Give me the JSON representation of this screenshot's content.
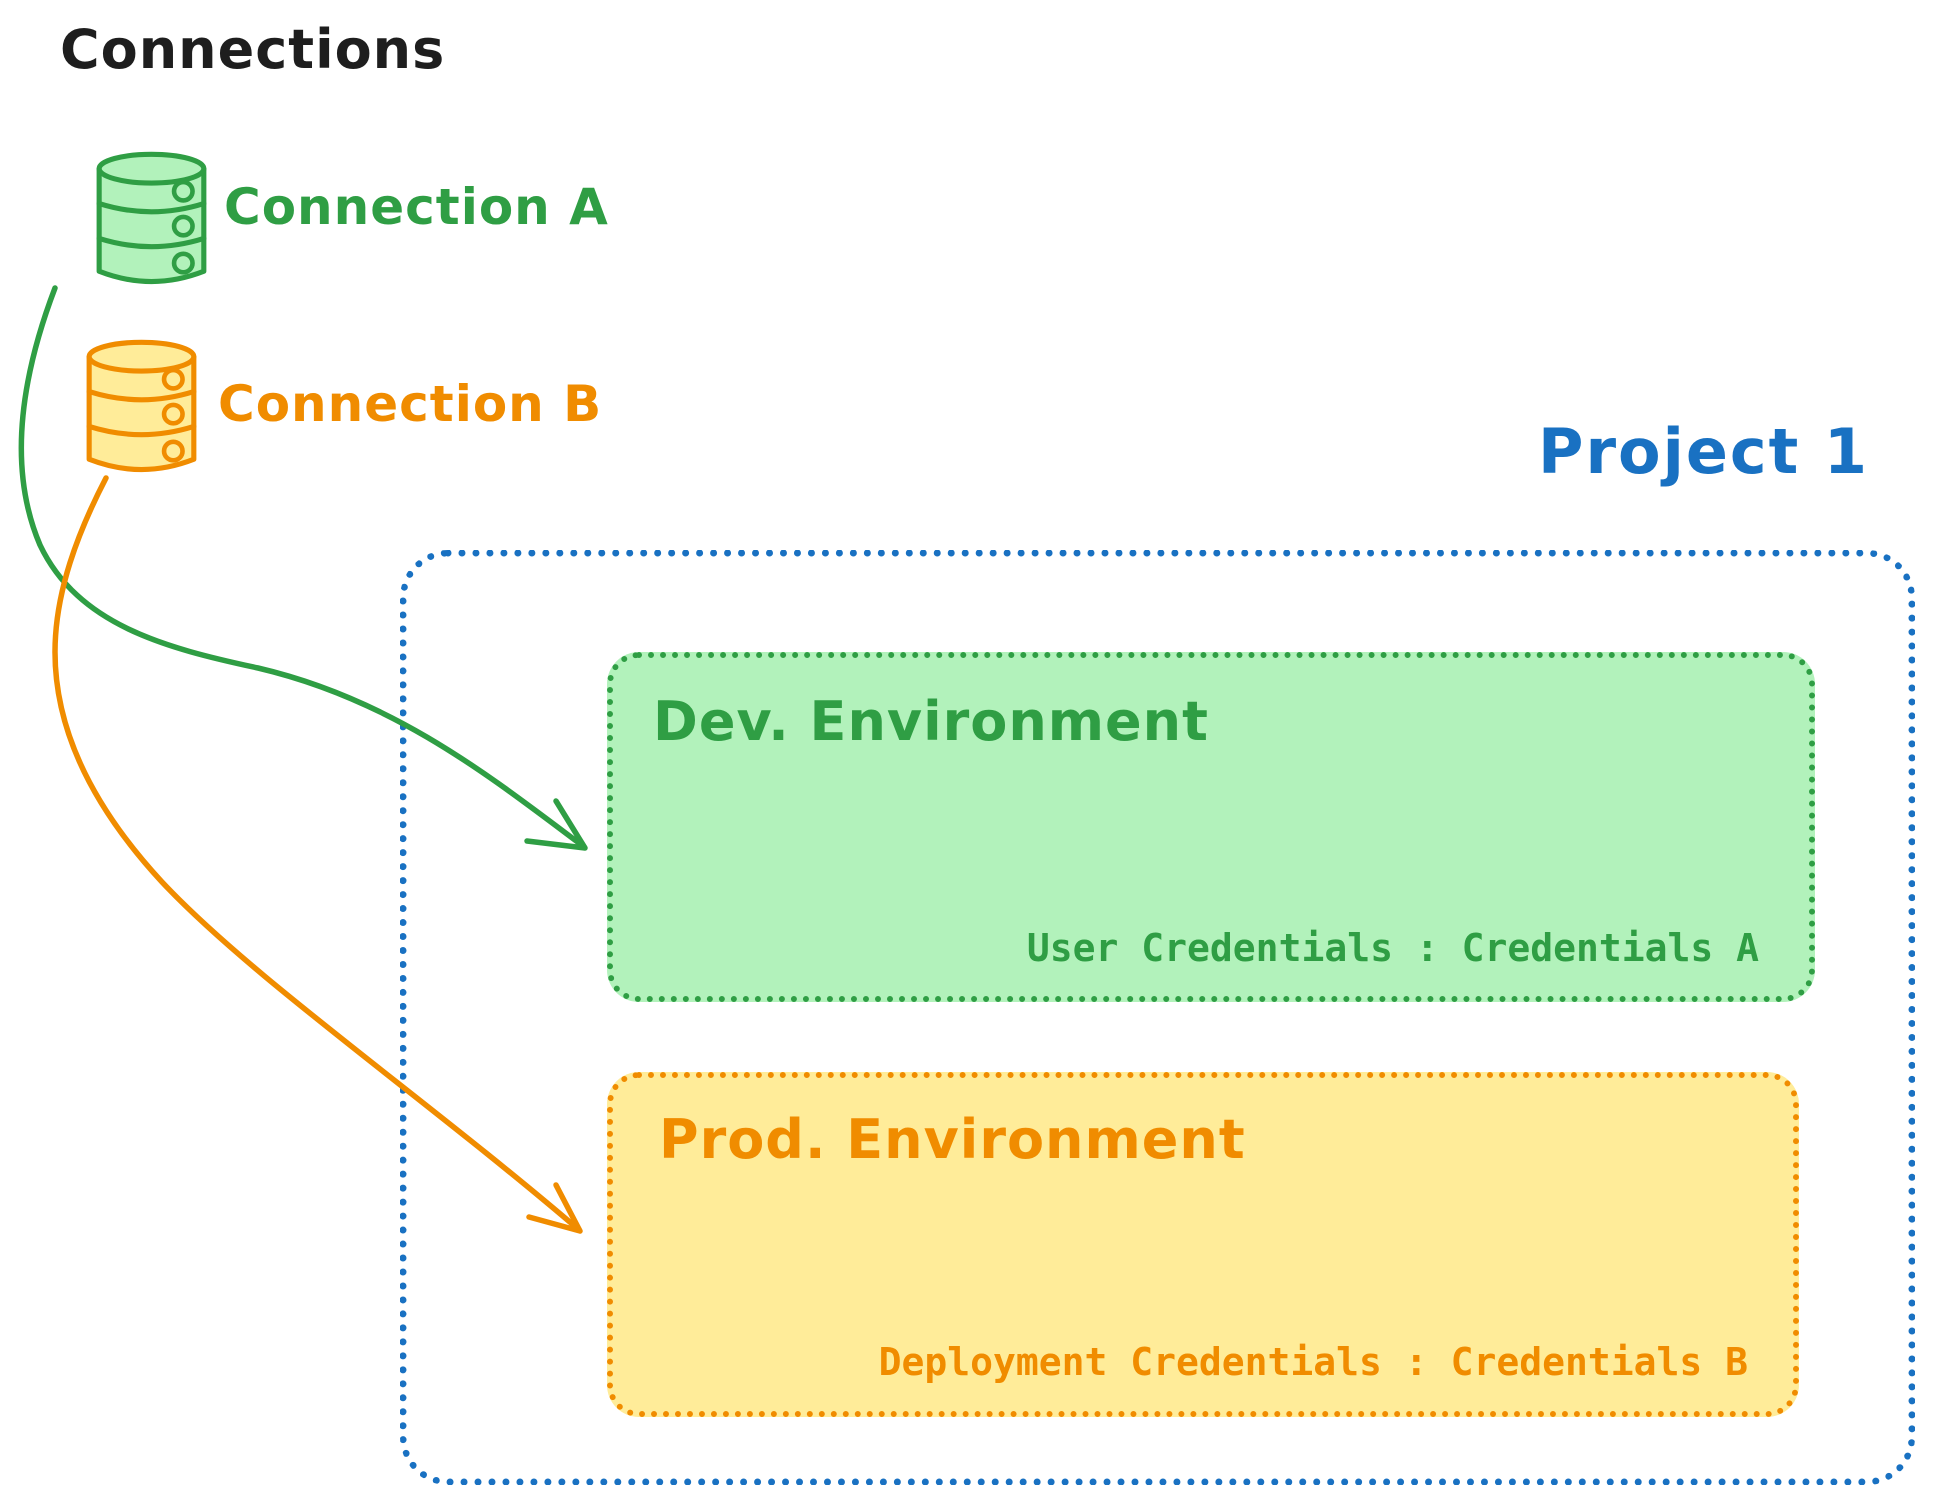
{
  "title": {
    "text": "Connections",
    "color": "#1e1e1e"
  },
  "connections": [
    {
      "id": "connection-a",
      "label": "Connection A",
      "stroke": "#2f9e44",
      "fill": "#b2f2bb"
    },
    {
      "id": "connection-b",
      "label": "Connection B",
      "stroke": "#f08c00",
      "fill": "#ffec99"
    }
  ],
  "project": {
    "label": "Project 1",
    "color": "#1971c2",
    "environments": [
      {
        "id": "dev-environment",
        "title": "Dev. Environment",
        "credentials": "User Credentials : Credentials A",
        "stroke": "#2f9e44",
        "fill": "#b2f2bb"
      },
      {
        "id": "prod-environment",
        "title": "Prod. Environment",
        "credentials": "Deployment Credentials : Credentials B",
        "stroke": "#f08c00",
        "fill": "#ffec99"
      }
    ]
  },
  "arrows": [
    {
      "id": "arrow-connection-a-to-dev",
      "color": "#2f9e44"
    },
    {
      "id": "arrow-connection-b-to-prod",
      "color": "#f08c00"
    }
  ]
}
